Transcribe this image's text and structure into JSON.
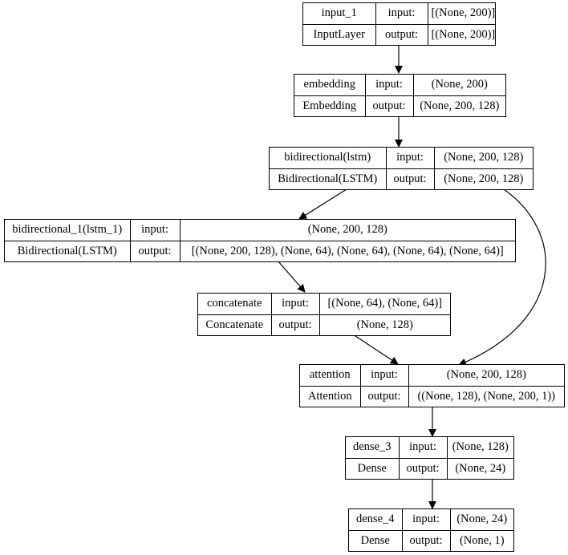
{
  "layers": [
    {
      "id": "input_1",
      "name": "input_1",
      "type": "InputLayer",
      "input_label": "input:",
      "output_label": "output:",
      "input": "[(None, 200)]",
      "output": "[(None, 200)]"
    },
    {
      "id": "embedding",
      "name": "embedding",
      "type": "Embedding",
      "input_label": "input:",
      "output_label": "output:",
      "input": "(None, 200)",
      "output": "(None, 200, 128)"
    },
    {
      "id": "bidirectional",
      "name": "bidirectional(lstm)",
      "type": "Bidirectional(LSTM)",
      "input_label": "input:",
      "output_label": "output:",
      "input": "(None, 200, 128)",
      "output": "(None, 200, 128)"
    },
    {
      "id": "bidirectional_1",
      "name": "bidirectional_1(lstm_1)",
      "type": "Bidirectional(LSTM)",
      "input_label": "input:",
      "output_label": "output:",
      "input": "(None, 200, 128)",
      "output": "[(None, 200, 128), (None, 64), (None, 64), (None, 64), (None, 64)]"
    },
    {
      "id": "concatenate",
      "name": "concatenate",
      "type": "Concatenate",
      "input_label": "input:",
      "output_label": "output:",
      "input": "[(None, 64), (None, 64)]",
      "output": "(None, 128)"
    },
    {
      "id": "attention",
      "name": "attention",
      "type": "Attention",
      "input_label": "input:",
      "output_label": "output:",
      "input": "(None, 200, 128)",
      "output": "((None, 128), (None, 200, 1))"
    },
    {
      "id": "dense_3",
      "name": "dense_3",
      "type": "Dense",
      "input_label": "input:",
      "output_label": "output:",
      "input": "(None, 128)",
      "output": "(None, 24)"
    },
    {
      "id": "dense_4",
      "name": "dense_4",
      "type": "Dense",
      "input_label": "input:",
      "output_label": "output:",
      "input": "(None, 24)",
      "output": "(None, 1)"
    }
  ]
}
